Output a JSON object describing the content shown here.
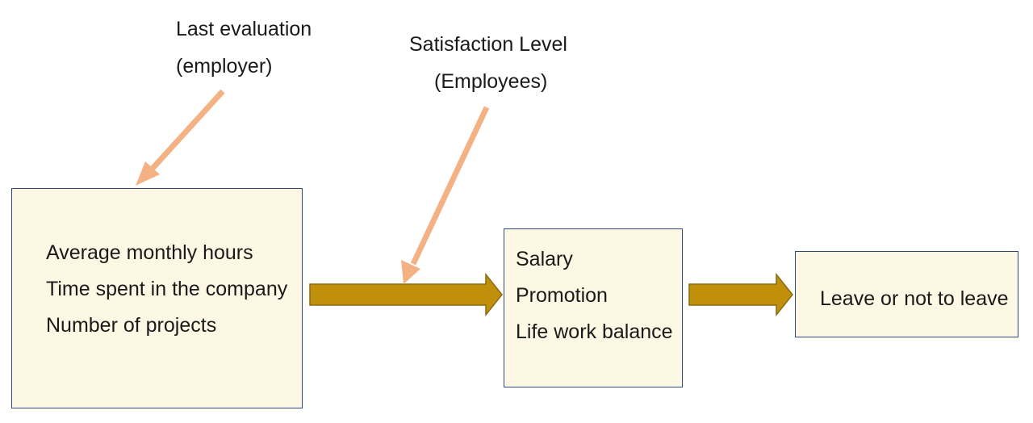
{
  "diagram": {
    "inputs_box": {
      "lines": [
        "Average monthly hours",
        "Time spent in the company",
        "Number of projects"
      ]
    },
    "factors_box": {
      "lines": [
        "Salary",
        "Promotion",
        "Life work balance"
      ]
    },
    "outcome_box": {
      "text": "Leave or not to leave"
    },
    "annotations": {
      "last_evaluation": {
        "line1": "Last evaluation",
        "line2": "(employer)"
      },
      "satisfaction_level": {
        "line1": "Satisfaction Level",
        "line2": "(Employees)"
      }
    },
    "colors": {
      "box_fill": "#fdf8e3",
      "box_border": "#2f4a7a",
      "flow_arrow": "#c0900a",
      "flow_arrow_outline": "#8a6a10",
      "annotation_arrow": "#f4b183"
    }
  }
}
